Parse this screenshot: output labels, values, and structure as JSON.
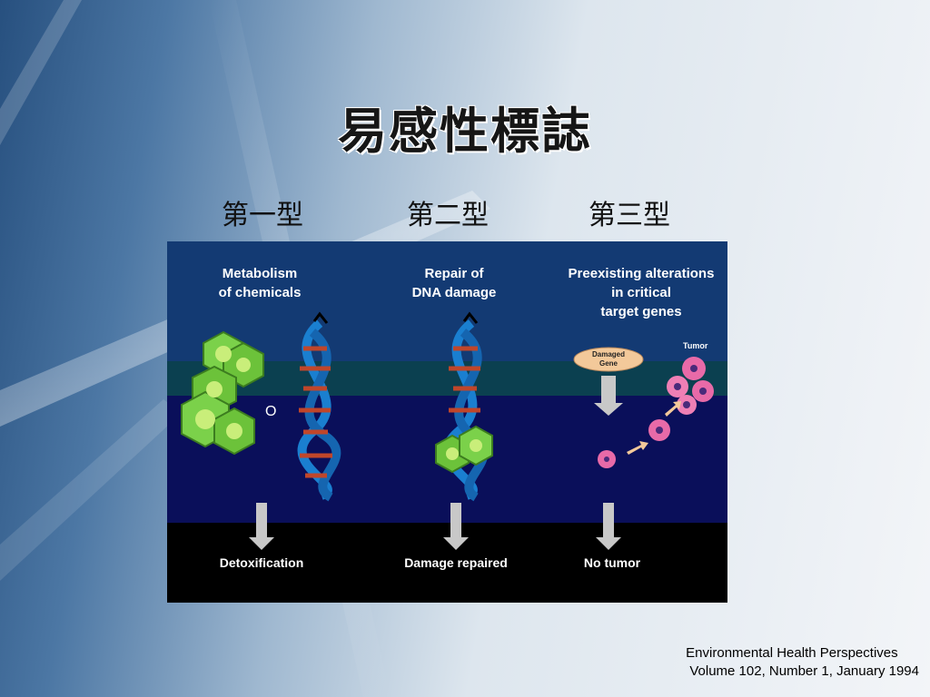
{
  "slide": {
    "title": "易感性標誌",
    "columns": [
      "第一型",
      "第二型",
      "第三型"
    ]
  },
  "figure": {
    "panels": [
      {
        "heading": [
          "Metabolism",
          "of chemicals"
        ],
        "outcome": "Detoxification"
      },
      {
        "heading": [
          "Repair of",
          "DNA damage"
        ],
        "outcome": "Damage repaired"
      },
      {
        "heading": [
          "Preexisting alterations",
          "in critical",
          "target genes"
        ],
        "outcome": "No tumor"
      }
    ],
    "damaged_gene_label": [
      "Damaged",
      "Gene"
    ],
    "tumor_label": "Tumor",
    "chemical_label": "O",
    "colors": {
      "top_band": "#133a73",
      "teal_band": "#0b4050",
      "middle_band": "#0a0f5a",
      "bottom_band": "#000000",
      "heading_text": "#ffffff",
      "dna_blue": "#1a7fd0",
      "dna_rungs": "#c0462a",
      "enzyme_green": "#6cc23a",
      "tumor_pink": "#e86aa8",
      "gene_oval": "#f3c99a"
    }
  },
  "citation": {
    "line1": "Environmental Health Perspectives",
    "line2": " Volume 102, Number 1, January 1994"
  }
}
